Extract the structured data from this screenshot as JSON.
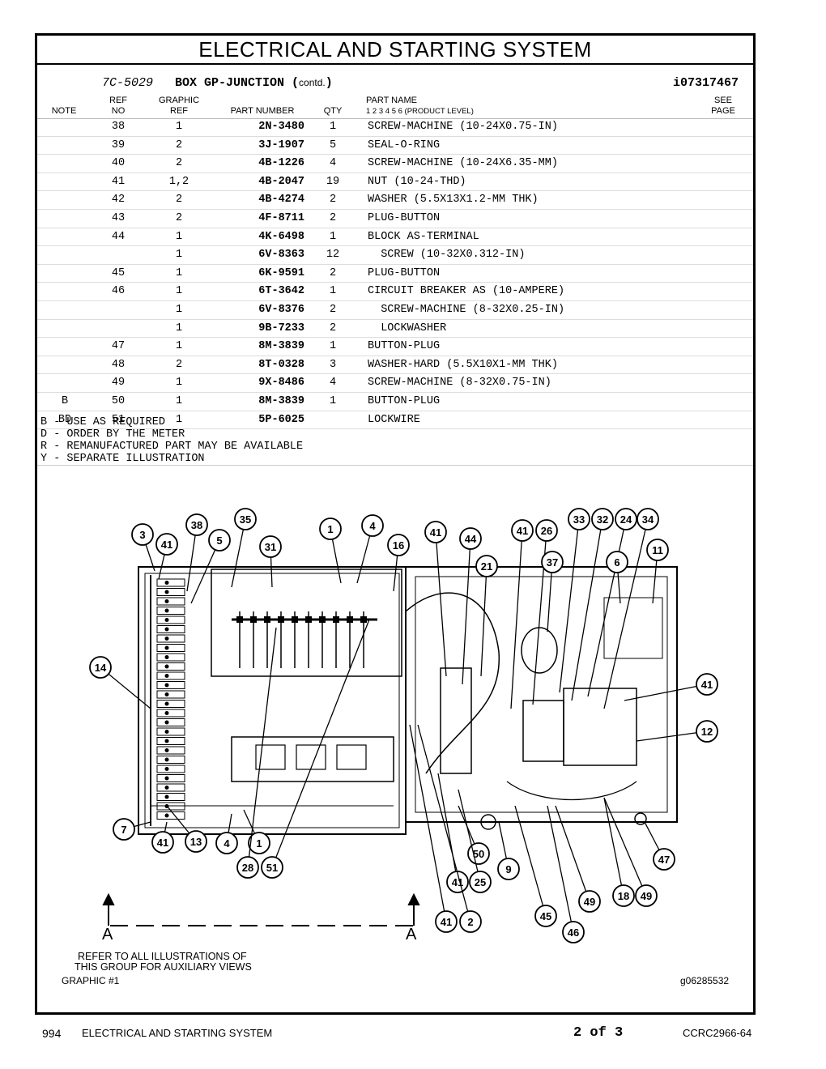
{
  "page": {
    "title": "ELECTRICAL AND STARTING SYSTEM",
    "group_number": "7C-5029",
    "group_name": "BOX GP-JUNCTION",
    "contd": "contd.",
    "illustration_id": "i07317467"
  },
  "columns": {
    "note": "NOTE",
    "ref_top": "REF",
    "ref_bottom": "NO",
    "graphic_top": "GRAPHIC",
    "graphic_bottom": "REF",
    "part_number": "PART NUMBER",
    "qty": "QTY",
    "part_name_top": "PART NAME",
    "part_name_bottom": "1   2   3   4   5   6   (PRODUCT LEVEL)",
    "see_top": "SEE",
    "see_bottom": "PAGE"
  },
  "parts": [
    {
      "note": "",
      "ref": "38",
      "graphic": "1",
      "pn": "2N-3480",
      "qty": "1",
      "name": "SCREW-MACHINE (10-24X0.75-IN)"
    },
    {
      "note": "",
      "ref": "39",
      "graphic": "2",
      "pn": "3J-1907",
      "qty": "5",
      "name": "SEAL-O-RING"
    },
    {
      "note": "",
      "ref": "40",
      "graphic": "2",
      "pn": "4B-1226",
      "qty": "4",
      "name": "SCREW-MACHINE (10-24X6.35-MM)"
    },
    {
      "note": "",
      "ref": "41",
      "graphic": "1,2",
      "pn": "4B-2047",
      "qty": "19",
      "name": "NUT (10-24-THD)"
    },
    {
      "note": "",
      "ref": "42",
      "graphic": "2",
      "pn": "4B-4274",
      "qty": "2",
      "name": "WASHER (5.5X13X1.2-MM THK)"
    },
    {
      "note": "",
      "ref": "43",
      "graphic": "2",
      "pn": "4F-8711",
      "qty": "2",
      "name": "PLUG-BUTTON"
    },
    {
      "note": "",
      "ref": "44",
      "graphic": "1",
      "pn": "4K-6498",
      "qty": "1",
      "name": "BLOCK AS-TERMINAL"
    },
    {
      "note": "",
      "ref": "",
      "graphic": "1",
      "pn": "6V-8363",
      "qty": "12",
      "name": "  SCREW (10-32X0.312-IN)"
    },
    {
      "note": "",
      "ref": "45",
      "graphic": "1",
      "pn": "6K-9591",
      "qty": "2",
      "name": "PLUG-BUTTON"
    },
    {
      "note": "",
      "ref": "46",
      "graphic": "1",
      "pn": "6T-3642",
      "qty": "1",
      "name": "CIRCUIT BREAKER AS (10-AMPERE)"
    },
    {
      "note": "",
      "ref": "",
      "graphic": "1",
      "pn": "6V-8376",
      "qty": "2",
      "name": "  SCREW-MACHINE (8-32X0.25-IN)"
    },
    {
      "note": "",
      "ref": "",
      "graphic": "1",
      "pn": "9B-7233",
      "qty": "2",
      "name": "  LOCKWASHER"
    },
    {
      "note": "",
      "ref": "47",
      "graphic": "1",
      "pn": "8M-3839",
      "qty": "1",
      "name": "BUTTON-PLUG"
    },
    {
      "note": "",
      "ref": "48",
      "graphic": "2",
      "pn": "8T-0328",
      "qty": "3",
      "name": "WASHER-HARD (5.5X10X1-MM THK)"
    },
    {
      "note": "",
      "ref": "49",
      "graphic": "1",
      "pn": "9X-8486",
      "qty": "4",
      "name": "SCREW-MACHINE (8-32X0.75-IN)"
    },
    {
      "note": "B",
      "ref": "50",
      "graphic": "1",
      "pn": "8M-3839",
      "qty": "1",
      "name": "BUTTON-PLUG"
    },
    {
      "note": "BD",
      "ref": "51",
      "graphic": "1",
      "pn": "5P-6025",
      "qty": "",
      "name": "LOCKWIRE"
    }
  ],
  "notes": [
    "B - USE AS REQUIRED",
    "D - ORDER BY THE METER",
    "R - REMANUFACTURED PART MAY BE AVAILABLE",
    "Y - SEPARATE ILLUSTRATION"
  ],
  "graphic": {
    "callouts": [
      "3",
      "41",
      "38",
      "5",
      "35",
      "31",
      "1",
      "4",
      "16",
      "41",
      "44",
      "21",
      "41",
      "26",
      "37",
      "33",
      "32",
      "24",
      "34",
      "6",
      "11",
      "14",
      "41",
      "12",
      "7",
      "41",
      "13",
      "4",
      "1",
      "28",
      "51",
      "50",
      "41",
      "25",
      "9",
      "45",
      "46",
      "49",
      "18",
      "49",
      "47",
      "41",
      "2"
    ],
    "section_left": "A",
    "section_right": "A",
    "refer_line1": "REFER TO ALL ILLUSTRATIONS OF",
    "refer_line2": "THIS GROUP FOR AUXILIARY VIEWS",
    "graphic_label": "GRAPHIC #1",
    "graphic_id": "g06285532"
  },
  "footer": {
    "page_number": "994",
    "section": "ELECTRICAL AND STARTING SYSTEM",
    "page_of": "2 of 3",
    "doc_code": "CCRC2966-64"
  }
}
